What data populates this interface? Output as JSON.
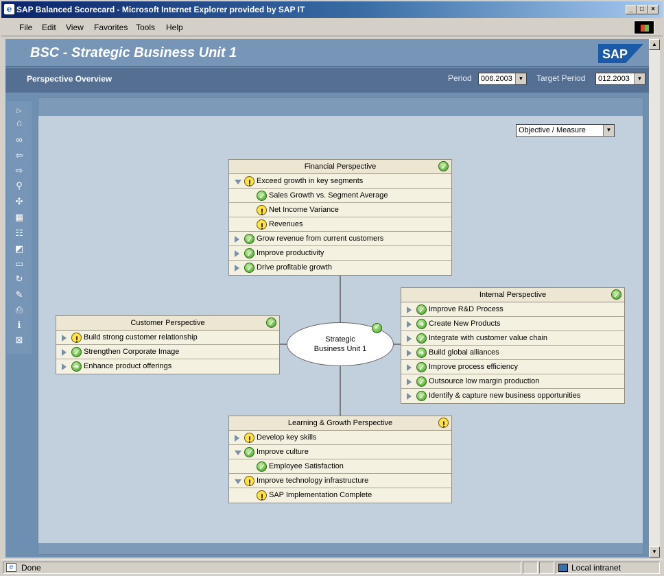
{
  "window": {
    "title": "SAP Balanced Scorecard - Microsoft Internet Explorer provided by SAP IT"
  },
  "menu": [
    "File",
    "Edit",
    "View",
    "Favorites",
    "Tools",
    "Help"
  ],
  "app": {
    "title": "BSC - Strategic Business Unit 1",
    "logo": "SAP"
  },
  "subheader": {
    "title": "Perspective Overview",
    "period_label": "Period",
    "period_value": "006.2003",
    "target_label": "Target Period",
    "target_value": "012.2003"
  },
  "view_select": "Objective / Measure",
  "center": {
    "line1": "Strategic",
    "line2": "Business Unit 1",
    "status": "ok"
  },
  "perspectives": {
    "financial": {
      "title": "Financial Perspective",
      "status": "ok",
      "rows": [
        {
          "label": "Exceed growth in key segments",
          "status": "warn",
          "expander": "d",
          "level": 0
        },
        {
          "label": "Sales Growth vs. Segment Average",
          "status": "ok",
          "expander": "",
          "level": 1
        },
        {
          "label": "Net Income Variance",
          "status": "warn",
          "expander": "",
          "level": 1
        },
        {
          "label": "Revenues",
          "status": "warn",
          "expander": "",
          "level": 1
        },
        {
          "label": "Grow revenue from current customers",
          "status": "ok",
          "expander": "r",
          "level": 0
        },
        {
          "label": "Improve productivity",
          "status": "ok",
          "expander": "r",
          "level": 0
        },
        {
          "label": "Drive profitable growth",
          "status": "ok",
          "expander": "r",
          "level": 0
        }
      ]
    },
    "customer": {
      "title": "Customer Perspective",
      "status": "ok",
      "rows": [
        {
          "label": "Build strong customer relationship",
          "status": "warn",
          "expander": "r",
          "level": 0
        },
        {
          "label": "Strengthen Corporate Image",
          "status": "ok",
          "expander": "r",
          "level": 0
        },
        {
          "label": "Enhance product offerings",
          "status": "arrowg",
          "expander": "r",
          "level": 0
        }
      ]
    },
    "internal": {
      "title": "Internal Perspective",
      "status": "ok",
      "rows": [
        {
          "label": "Improve R&D Process",
          "status": "ok",
          "expander": "r",
          "level": 0
        },
        {
          "label": "Create New Products",
          "status": "arrowg",
          "expander": "r",
          "level": 0
        },
        {
          "label": "Integrate with customer value chain",
          "status": "ok",
          "expander": "r",
          "level": 0
        },
        {
          "label": "Build global alliances",
          "status": "arrowg",
          "expander": "r",
          "level": 0
        },
        {
          "label": "Improve process efficiency",
          "status": "ok",
          "expander": "r",
          "level": 0
        },
        {
          "label": "Outsource low margin production",
          "status": "ok",
          "expander": "r",
          "level": 0
        },
        {
          "label": "Identify & capture new business opportunities",
          "status": "ok",
          "expander": "r",
          "level": 0
        }
      ]
    },
    "learning": {
      "title": "Learning & Growth Perspective",
      "status": "warn",
      "rows": [
        {
          "label": "Develop key skills",
          "status": "warn",
          "expander": "r",
          "level": 0
        },
        {
          "label": "Improve culture",
          "status": "ok",
          "expander": "d",
          "level": 0
        },
        {
          "label": "Employee Satisfaction",
          "status": "ok",
          "expander": "",
          "level": 1
        },
        {
          "label": "Improve technology infrastructure",
          "status": "warn",
          "expander": "d",
          "level": 0
        },
        {
          "label": "SAP Implementation Complete",
          "status": "warn",
          "expander": "",
          "level": 1
        }
      ]
    }
  },
  "status": {
    "left": "Done",
    "zone": "Local intranet"
  }
}
